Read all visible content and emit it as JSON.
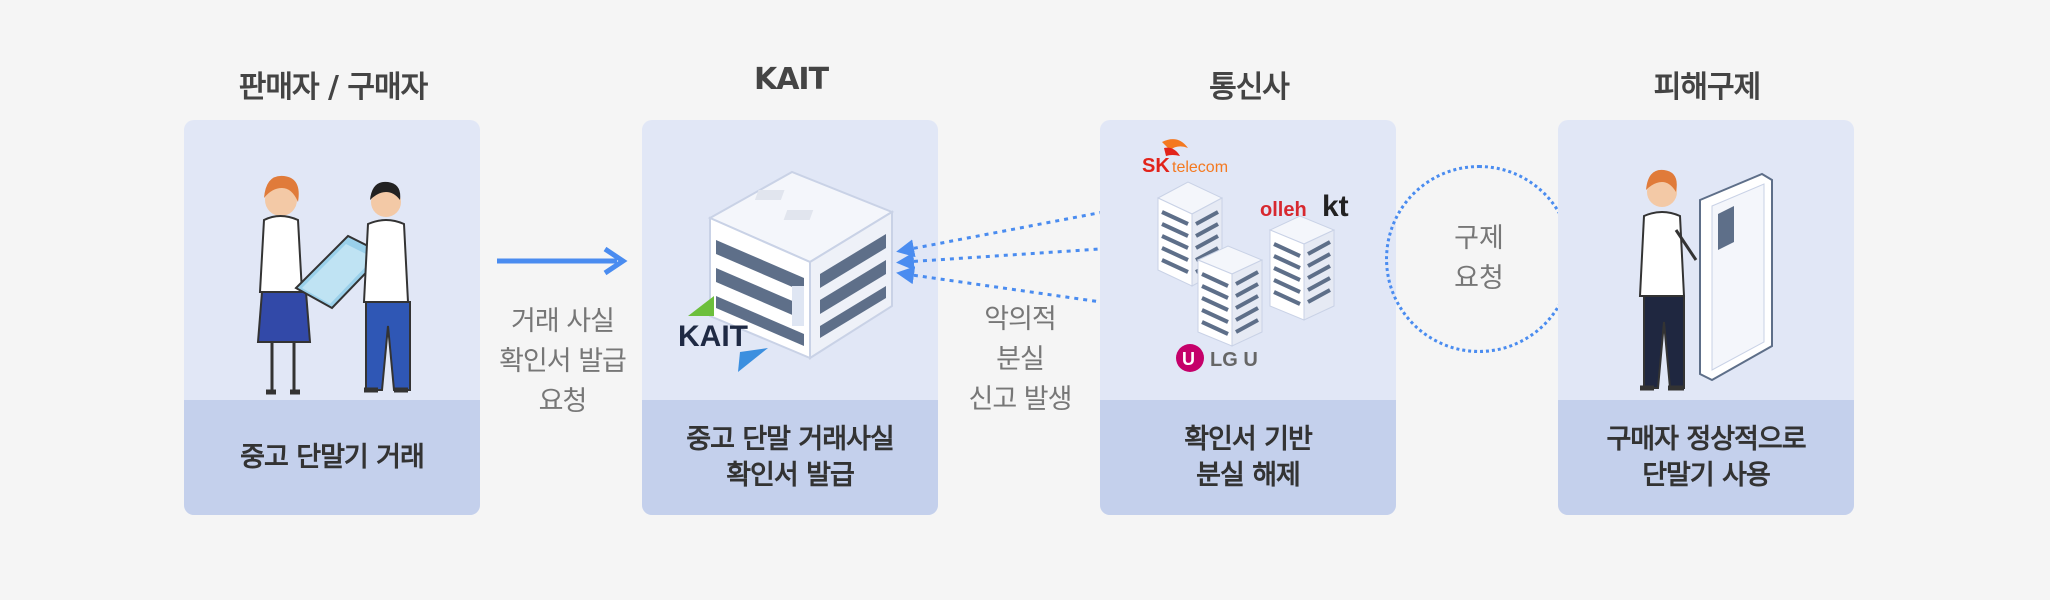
{
  "columns": [
    {
      "title": "판매자 / 구매자",
      "caption": [
        "중고 단말기 거래"
      ]
    },
    {
      "title": "KAIT",
      "caption": [
        "중고 단말 거래사실",
        "확인서 발급"
      ]
    },
    {
      "title": "통신사",
      "caption": [
        "확인서 기반",
        "분실 해제"
      ]
    },
    {
      "title": "피해구제",
      "caption": [
        "구매자 정상적으로",
        "단말기 사용"
      ]
    }
  ],
  "steps": {
    "request_certificate": [
      "거래 사실",
      "확인서 발급",
      "요청"
    ],
    "malicious_report": [
      "악의적",
      "분실",
      "신고 발생"
    ],
    "relief_request": [
      "구제",
      "요청"
    ]
  },
  "logos": {
    "kait": "KAIT",
    "sk": "SK",
    "sk_sub": "telecom",
    "kt_olleh": "olleh",
    "kt": "kt",
    "lg": "LG U",
    "lg_badge": "U"
  },
  "colors": {
    "background": "#f5f5f5",
    "card_top": "#e1e7f6",
    "card_bottom": "#c4d0ec",
    "accent_blue": "#4a8cf0",
    "sk_red": "#e2231a",
    "sk_orange": "#f47920",
    "lg_magenta": "#c5006a"
  }
}
